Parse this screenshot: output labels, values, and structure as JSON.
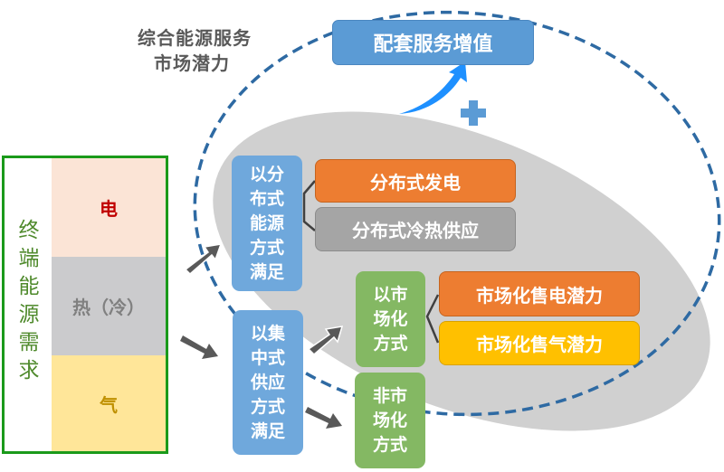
{
  "title": {
    "line1": "综合能源服务",
    "line2": "市场潜力"
  },
  "top_box": {
    "label": "配套服务增值",
    "color": "#5b9bd5"
  },
  "plus_symbol": "✚",
  "demand": {
    "label_chars": [
      "终",
      "端",
      "能",
      "源",
      "需",
      "求"
    ],
    "segments": [
      {
        "label": "电",
        "bg": "#fbe4d6",
        "text_color": "#c00000"
      },
      {
        "label": "热（冷）",
        "bg": "#cbcbcd",
        "text_color": "#808080"
      },
      {
        "label": "气",
        "bg": "#ffe699",
        "text_color": "#bf9000"
      }
    ],
    "border_color": "#1a9a1a"
  },
  "supply_modes": {
    "distributed": {
      "lines": [
        "以分",
        "布式",
        "能源",
        "方式",
        "满足"
      ],
      "children": [
        {
          "label": "分布式发电",
          "color": "#ed7d31"
        },
        {
          "label": "分布式冷热供应",
          "color": "#a5a5a5"
        }
      ]
    },
    "centralized": {
      "lines": [
        "以集",
        "中式",
        "供应",
        "方式",
        "满足"
      ]
    }
  },
  "market_modes": {
    "market": {
      "lines": [
        "以市",
        "场化",
        "方式"
      ],
      "children": [
        {
          "label": "市场化售电潜力",
          "color": "#ed7d31"
        },
        {
          "label": "市场化售气潜力",
          "color": "#ffc000"
        }
      ]
    },
    "non_market": {
      "lines": [
        "非市",
        "场化",
        "方式"
      ]
    }
  },
  "colors": {
    "dashed_ellipse": "#2e6aa3",
    "inner_ellipse": "#d0d0d0",
    "arrow": "#595959",
    "growth_arrow": "#1e90ff"
  }
}
